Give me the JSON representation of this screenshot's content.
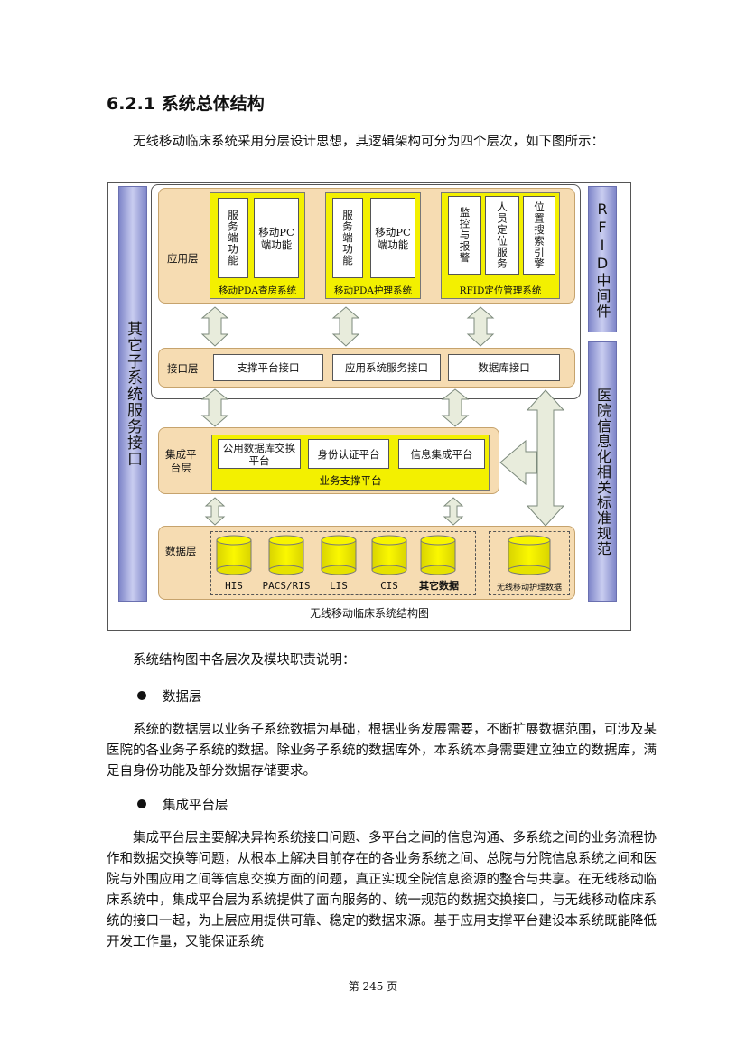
{
  "heading": "6.2.1 系统总体结构",
  "intro": "无线移动临床系统采用分层设计思想，其逻辑架构可分为四个层次，如下图所示：",
  "diagram": {
    "caption": "无线移动临床系统结构图",
    "left_side": "其它子系统服务接口",
    "right_side_top": "RFID中间件",
    "right_side_bottom": "医院信息化相关标准规范",
    "app_layer": {
      "label": "应用层",
      "systems": [
        {
          "name": "移动PDA查房系统",
          "modules": [
            "服务端功能",
            "移动PC端功能"
          ]
        },
        {
          "name": "移动PDA护理系统",
          "modules": [
            "服务端功能",
            "移动PC端功能"
          ]
        },
        {
          "name": "RFID定位管理系统",
          "modules": [
            "监控与报警",
            "人员定位服务",
            "位置搜索引擎"
          ]
        }
      ]
    },
    "interface_layer": {
      "label": "接口层",
      "boxes": [
        "支撑平台接口",
        "应用系统服务接口",
        "数据库接口"
      ]
    },
    "integration_layer": {
      "label_line1": "集成平",
      "label_line2": "台层",
      "platform_name": "业务支撑平台",
      "boxes": [
        "公用数据库交换平台",
        "身份认证平台",
        "信息集成平台"
      ]
    },
    "data_layer": {
      "label": "数据层",
      "dbs": [
        "HIS",
        "PACS/RIS",
        "LIS",
        "CIS",
        "其它数据"
      ],
      "own_db": "无线移动护理数据"
    }
  },
  "explain_intro": "系统结构图中各层次及模块职责说明：",
  "bullet1": "数据层",
  "para1": "系统的数据层以业务子系统数据为基础，根据业务发展需要，不断扩展数据范围，可涉及某医院的各业务子系统的数据。除业务子系统的数据库外，本系统本身需要建立独立的数据库，满足自身份功能及部分数据存储要求。",
  "bullet2": "集成平台层",
  "para2": "集成平台层主要解决异构系统接口问题、多平台之间的信息沟通、多系统之间的业务流程协作和数据交换等问题，从根本上解决目前存在的各业务系统之间、总院与分院信息系统之间和医院与外围应用之间等信息交换方面的问题，真正实现全院信息资源的整合与共享。在无线移动临床系统中，集成平台层为系统提供了面向服务的、统一规范的数据交换接口，与无线移动临床系统的接口一起，为上层应用提供可靠、稳定的数据来源。基于应用支撑平台建设本系统既能降低开发工作量，又能保证系统",
  "footer": "第 245 页"
}
